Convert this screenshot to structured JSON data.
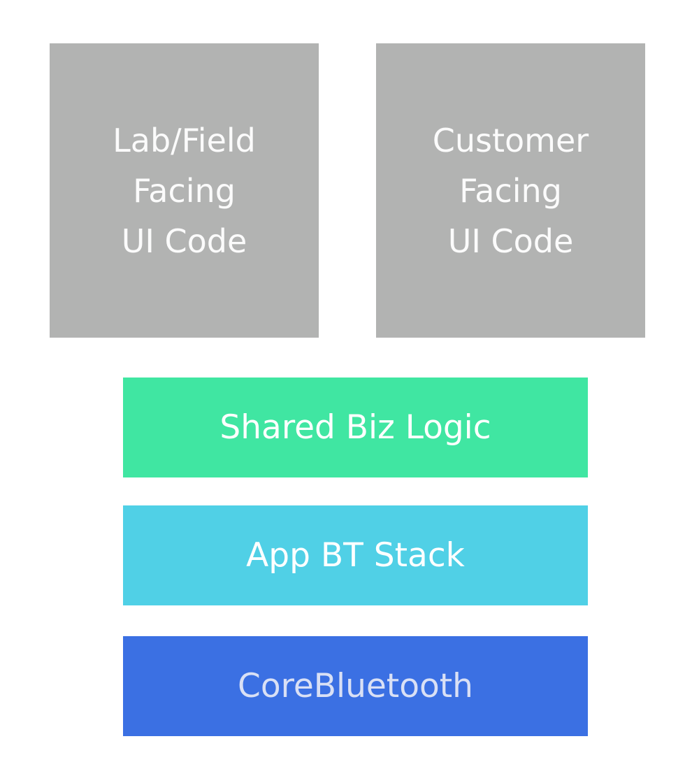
{
  "blocks": {
    "lab_field": {
      "lines": [
        "Lab/Field",
        "Facing",
        "UI Code"
      ],
      "color": "#b2b3b2"
    },
    "customer": {
      "lines": [
        "Customer",
        "Facing",
        "UI Code"
      ],
      "color": "#b2b3b2"
    }
  },
  "layers": {
    "shared_biz_logic": {
      "label": "Shared Biz Logic",
      "color": "#40e6a2"
    },
    "app_bt_stack": {
      "label": "App BT Stack",
      "color": "#50d0e6"
    },
    "corebluetooth": {
      "label": "CoreBluetooth",
      "color": "#3b70e3"
    }
  }
}
